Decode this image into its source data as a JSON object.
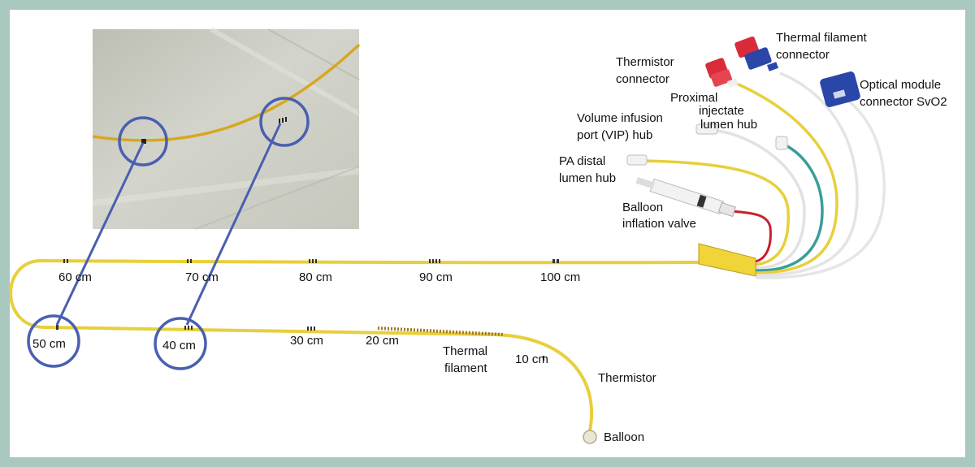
{
  "markers": {
    "m60": "60 cm",
    "m70": "70 cm",
    "m80": "80 cm",
    "m90": "90 cm",
    "m100": "100 cm",
    "m50": "50 cm",
    "m40": "40 cm",
    "m30": "30 cm",
    "m20": "20 cm",
    "m10": "10 cm"
  },
  "labels": {
    "thermal_filament": [
      "Thermal",
      "filament"
    ],
    "thermistor": "Thermistor",
    "balloon": "Balloon",
    "balloon_inflation_valve": [
      "Balloon",
      "inflation valve"
    ],
    "pa_distal_lumen_hub": [
      "PA distal",
      "lumen hub"
    ],
    "vip_hub": [
      "Volume infusion",
      "port (VIP) hub"
    ],
    "proximal_injectate": [
      "Proximal",
      "injectate",
      "lumen hub"
    ],
    "thermistor_connector": [
      "Thermistor",
      "connector"
    ],
    "thermal_filament_connector": [
      "Thermal filament",
      "connector"
    ],
    "optical_module_connector": [
      "Optical module",
      "connector SvO2"
    ]
  },
  "colors": {
    "background": "#a9c9c0",
    "catheter": "#e8cf3c",
    "callout": "#4a5fb0",
    "red_connector": "#d92b3a",
    "blue_connector": "#2a46a8",
    "teal_line": "#3a9e9a"
  }
}
